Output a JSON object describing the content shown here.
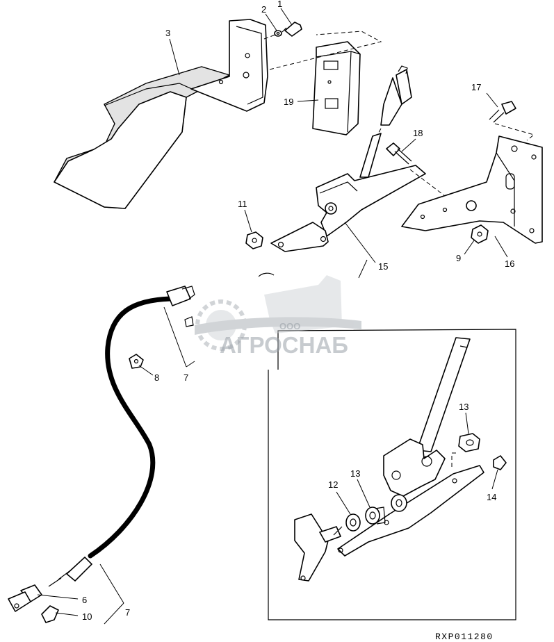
{
  "callouts": {
    "c1": "1",
    "c2": "2",
    "c3": "3",
    "c6": "6",
    "c7a": "7",
    "c7b": "7",
    "c8": "8",
    "c9": "9",
    "c10": "10",
    "c11": "11",
    "c12": "12",
    "c13a": "13",
    "c13b": "13",
    "c14": "14",
    "c15": "15",
    "c16": "16",
    "c17": "17",
    "c18": "18",
    "c19": "19"
  },
  "watermark": {
    "brand": "АГРОСНАБ",
    "company_form": "ООО"
  },
  "figure_code": "RXP011280",
  "colors": {
    "line": "#000000",
    "watermark": "#9aa1a8",
    "background": "#ffffff"
  }
}
